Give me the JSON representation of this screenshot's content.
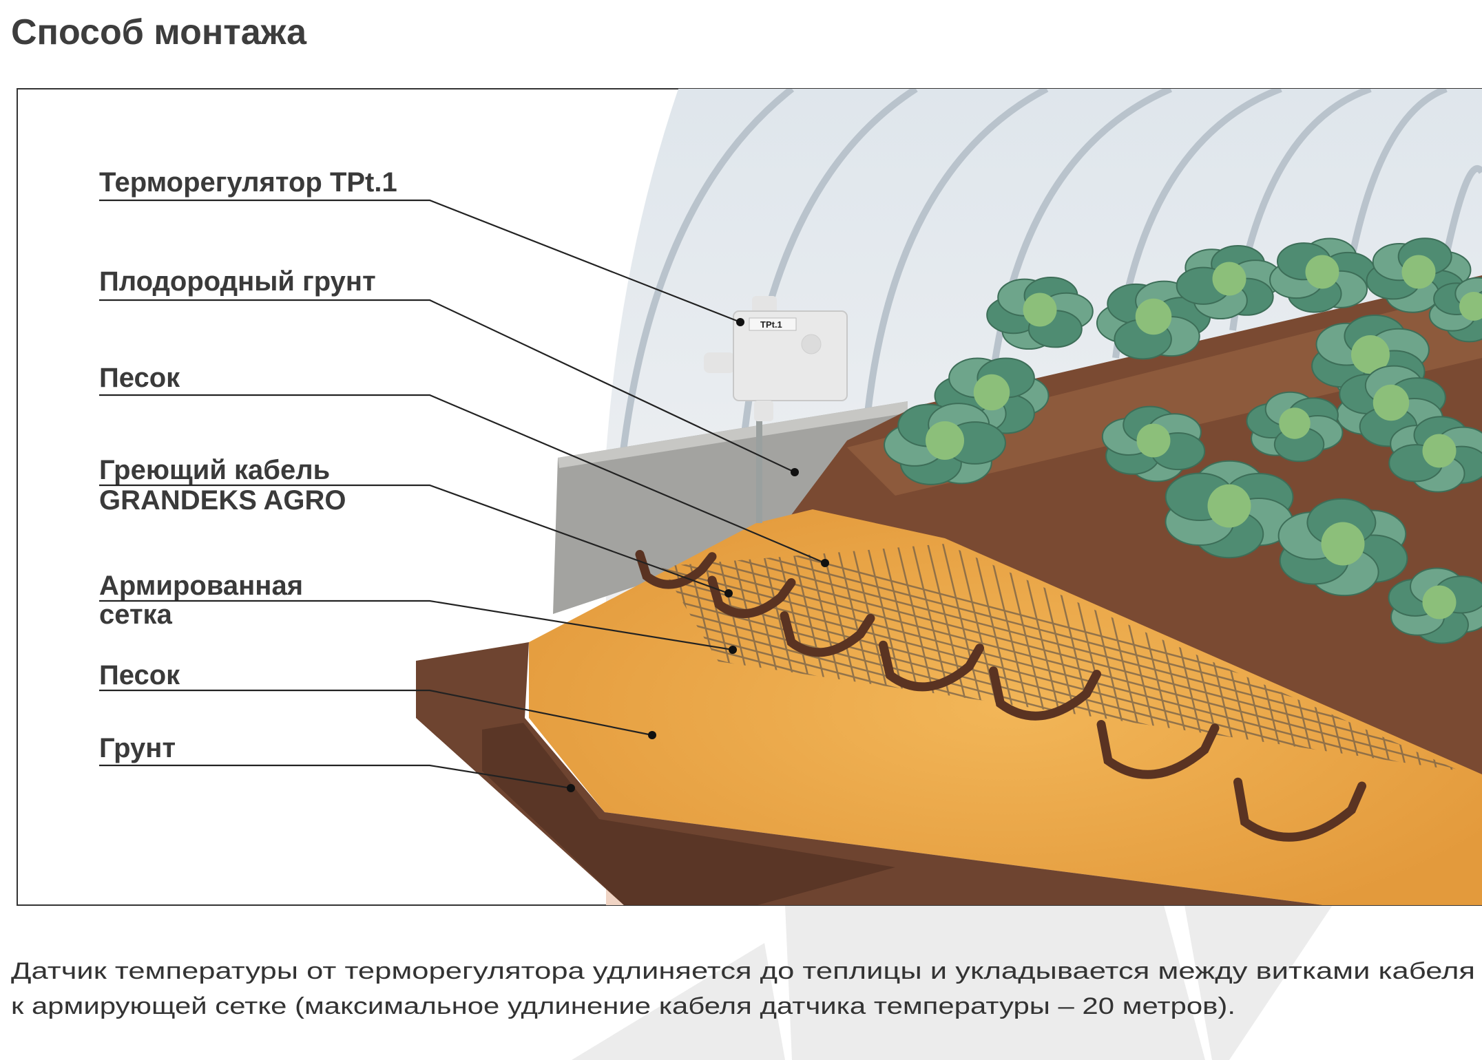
{
  "title": "Способ монтажа",
  "labels": [
    {
      "text": "Терморегулятор TPt.1"
    },
    {
      "text": "Плодородный грунт"
    },
    {
      "text": "Песок"
    },
    {
      "text": "Греющий кабель",
      "text2": "GRANDEKS AGRO"
    },
    {
      "text": "Армированная",
      "text2": "сетка"
    },
    {
      "text": "Песок"
    },
    {
      "text": "Грунт"
    }
  ],
  "device_label": "TPt.1",
  "description": {
    "line1": "Датчик температуры от терморегулятора удлиняется до теплицы и укладывается между витками кабеля",
    "line2": "к армирующей сетке (максимальное удлинение кабеля датчика температуры – 20 метров)."
  },
  "colors": {
    "text": "#3a3a3a",
    "sand": "#e8a64a",
    "soil": "#7a4a32",
    "cabbage": "#4f8c72",
    "cable": "#5a3322"
  }
}
